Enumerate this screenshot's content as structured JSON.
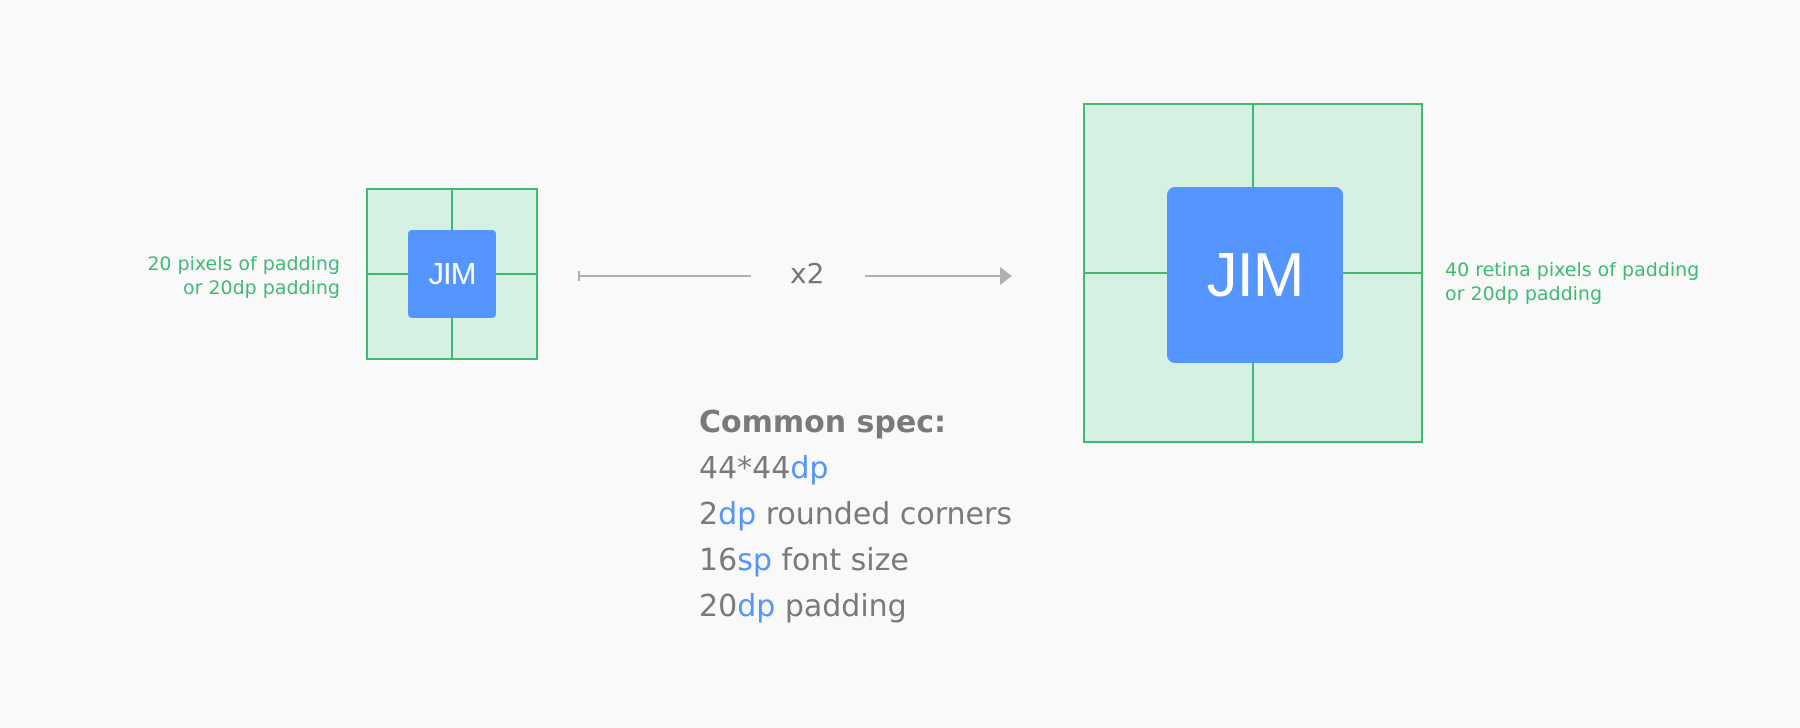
{
  "left_example": {
    "avatar_text": "JIM",
    "label_line1": "20 pixels of padding",
    "label_line2": "or 20dp padding"
  },
  "scale": {
    "label": "x2"
  },
  "right_example": {
    "avatar_text": "JIM",
    "label_line1": "40 retina pixels of padding",
    "label_line2": "or 20dp padding"
  },
  "spec": {
    "heading": "Common spec:",
    "lines": [
      {
        "value": "44*44",
        "unit": "dp",
        "suffix": ""
      },
      {
        "value": "2",
        "unit": "dp",
        "suffix": " rounded corners"
      },
      {
        "value": "16",
        "unit": "sp",
        "suffix": " font size"
      },
      {
        "value": "20",
        "unit": "dp",
        "suffix": " padding"
      }
    ]
  },
  "colors": {
    "background": "#f9f9f9",
    "padding_fill": "#d6f0e2",
    "padding_stroke": "#3dbb74",
    "avatar_blue": "#5595ff",
    "arrow_gray": "#b0b0b0",
    "text_gray": "#7a7a7a"
  }
}
